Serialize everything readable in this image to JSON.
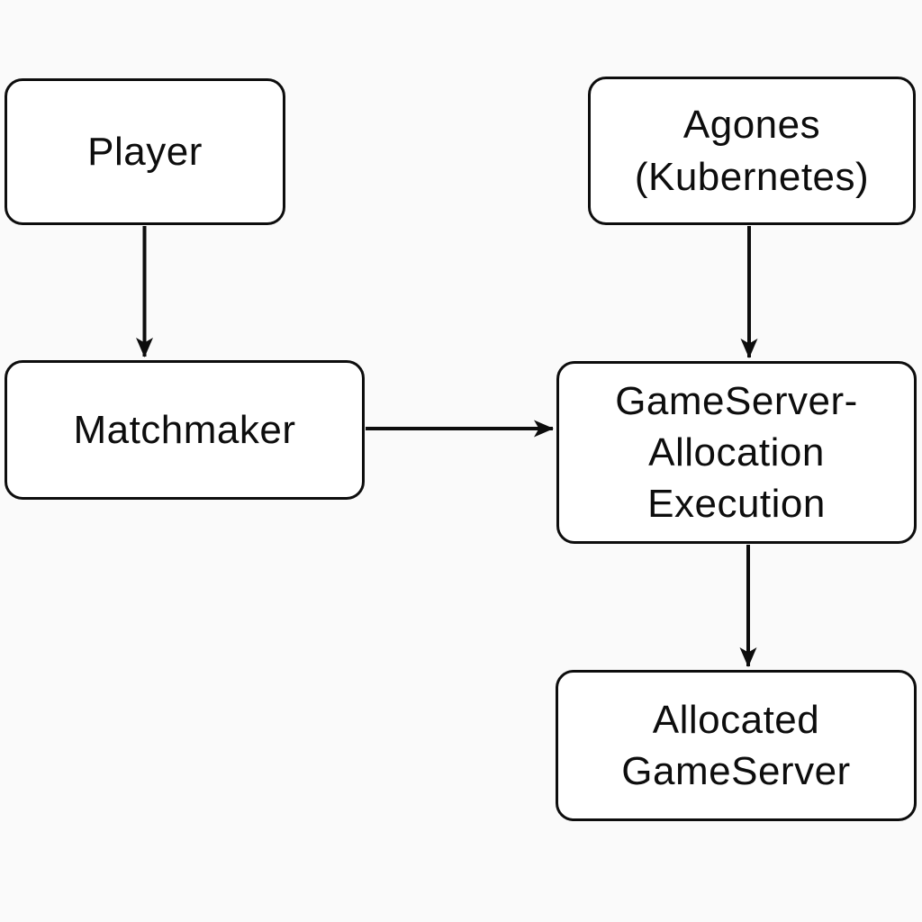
{
  "diagram": {
    "background_color": "#fafafa",
    "node_fill_color": "#ffffff",
    "line_color": "#0d0d0d",
    "nodes": [
      {
        "id": "player",
        "label": "Player"
      },
      {
        "id": "agones",
        "label": "Agones\n(Kubernetes)"
      },
      {
        "id": "matchmaker",
        "label": "Matchmaker"
      },
      {
        "id": "gameserver-allocation-execution",
        "label": "GameServer-\nAllocation\nExecution"
      },
      {
        "id": "allocated-gameserver",
        "label": "Allocated\nGameServer"
      }
    ],
    "edges": [
      {
        "from": "player",
        "to": "matchmaker",
        "direction": "down"
      },
      {
        "from": "agones",
        "to": "gameserver-allocation-execution",
        "direction": "down"
      },
      {
        "from": "matchmaker",
        "to": "gameserver-allocation-execution",
        "direction": "right"
      },
      {
        "from": "gameserver-allocation-execution",
        "to": "allocated-gameserver",
        "direction": "down"
      }
    ]
  }
}
